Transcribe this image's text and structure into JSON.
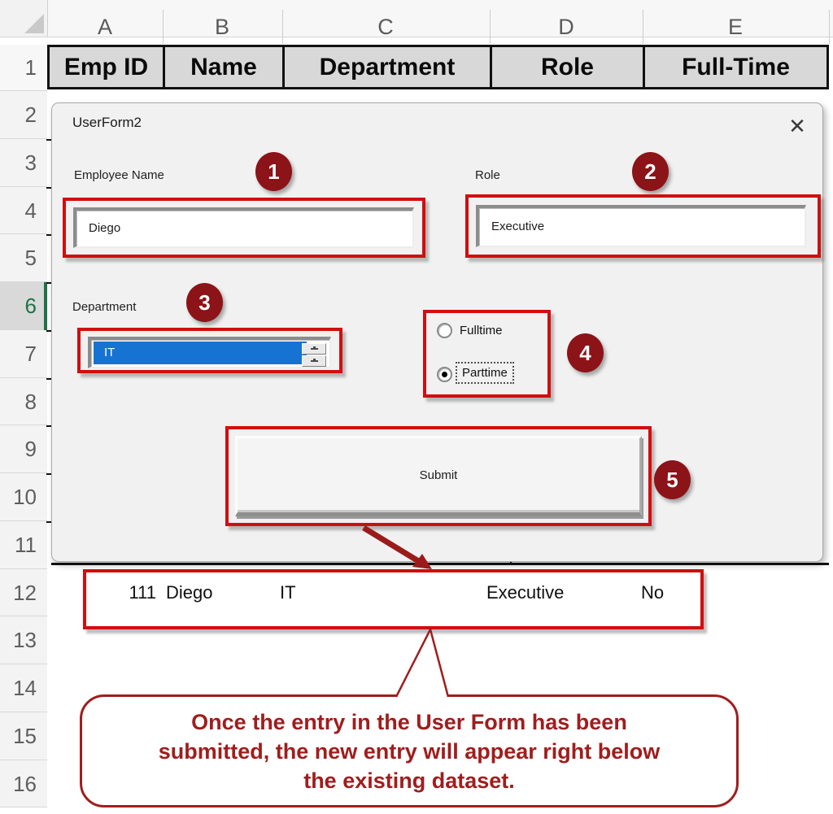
{
  "spreadsheet": {
    "column_headers": [
      "A",
      "B",
      "C",
      "D",
      "E"
    ],
    "row_numbers": [
      "1",
      "2",
      "3",
      "4",
      "5",
      "6",
      "7",
      "8",
      "9",
      "10",
      "11",
      "12",
      "13",
      "14",
      "15",
      "16"
    ],
    "active_row": "6",
    "header_cells": [
      "Emp ID",
      "Name",
      "Department",
      "Role",
      "Full-Time"
    ],
    "new_entry": {
      "row": "12",
      "cells": [
        "111",
        "Diego",
        "IT",
        "Executive",
        "No"
      ]
    }
  },
  "userform": {
    "title": "UserForm2",
    "icons": {
      "close": "✕"
    },
    "fields": {
      "employee_name": {
        "label": "Employee Name",
        "value": "Diego"
      },
      "role": {
        "label": "Role",
        "value": "Executive"
      },
      "department": {
        "label": "Department",
        "value": "IT"
      }
    },
    "options": [
      {
        "label": "Fulltime",
        "selected": false
      },
      {
        "label": "Parttime",
        "selected": true
      }
    ],
    "submit_label": "Submit"
  },
  "annotations": {
    "badges": [
      "1",
      "2",
      "3",
      "4",
      "5"
    ],
    "callout_lines": [
      "Once the entry in the User Form has been",
      "submitted, the new entry will appear right below",
      "the existing dataset."
    ]
  },
  "colors": {
    "annotation_box_red": "#d10e0e",
    "badge_red": "#8c1317",
    "callout_red": "#a01d1d",
    "selection_blue": "#1673d2",
    "active_row_green": "#1f7246",
    "table_header_gray": "#d8d8d8"
  }
}
